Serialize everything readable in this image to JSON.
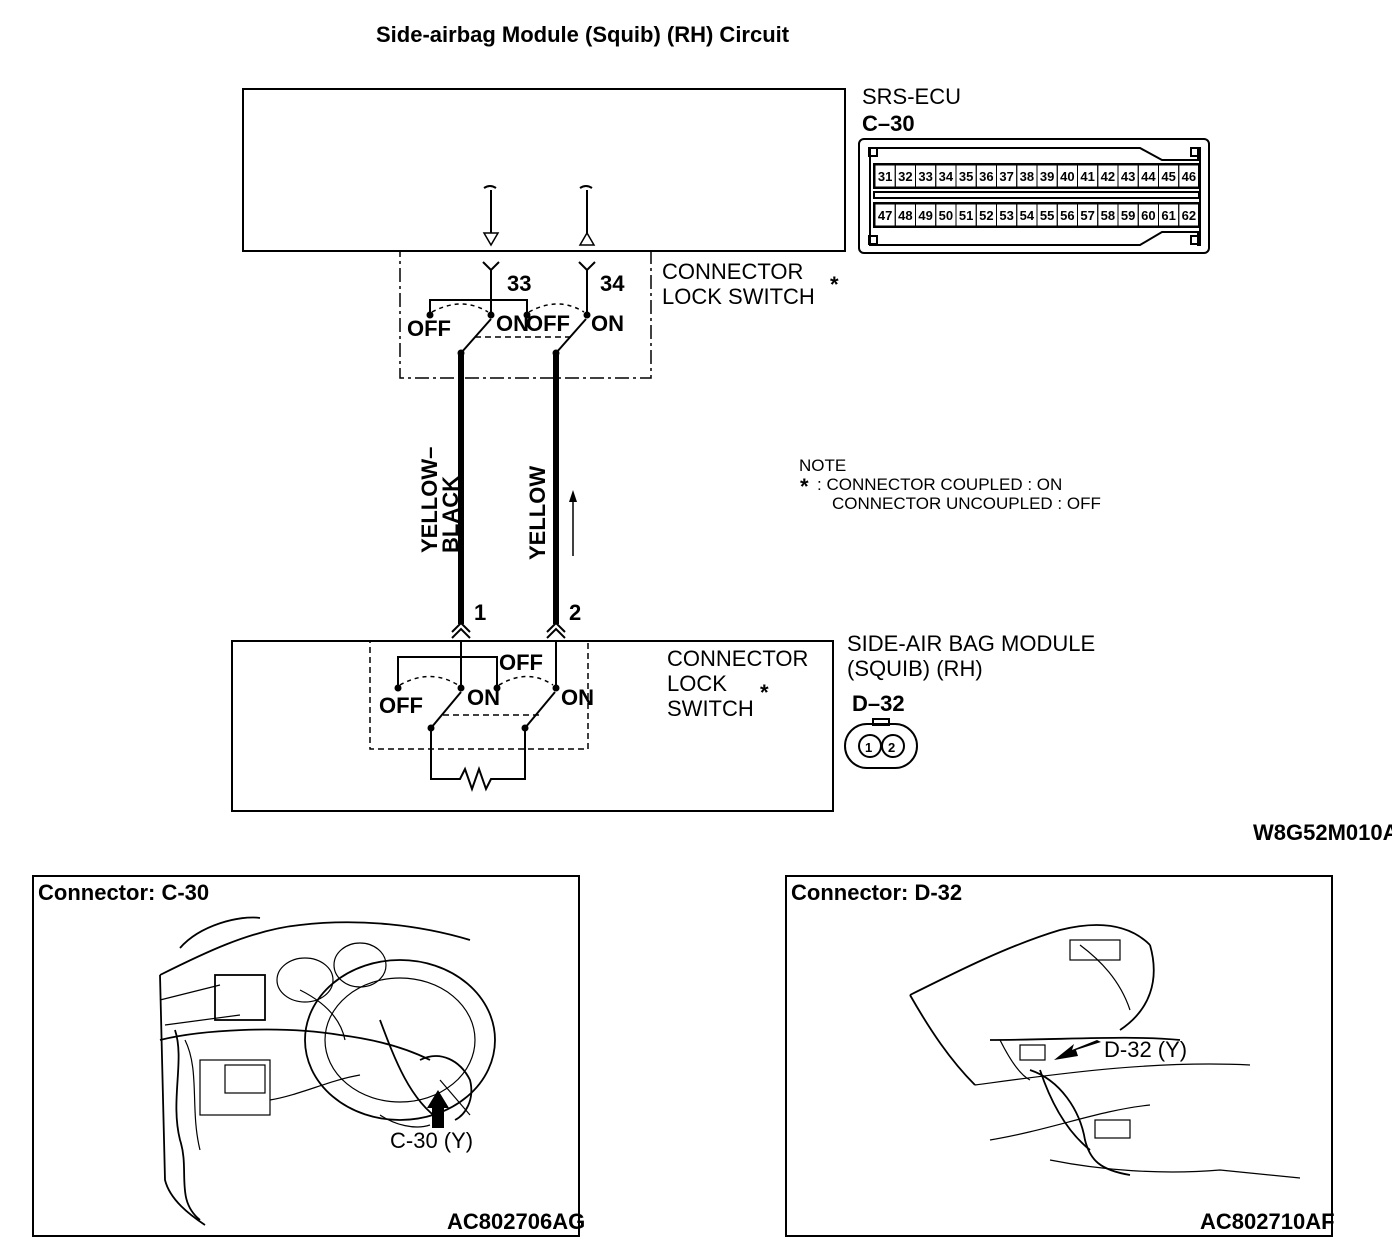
{
  "title": "Side-airbag Module (Squib) (RH) Circuit",
  "ecu": {
    "name": "SRS-ECU",
    "connector_id": "C–30",
    "pins_top": [
      "31",
      "32",
      "33",
      "34",
      "35",
      "36",
      "37",
      "38",
      "39",
      "40",
      "41",
      "42",
      "43",
      "44",
      "45",
      "46"
    ],
    "pins_bottom": [
      "47",
      "48",
      "49",
      "50",
      "51",
      "52",
      "53",
      "54",
      "55",
      "56",
      "57",
      "58",
      "59",
      "60",
      "61",
      "62"
    ]
  },
  "ecu_switch": {
    "label_line1": "CONNECTOR",
    "label_line2": "LOCK SWITCH",
    "asterisk": "*",
    "pin_left": "33",
    "pin_right": "34",
    "off_label": "OFF",
    "on_label": "ON"
  },
  "wires": {
    "left_color_line1": "YELLOW–",
    "left_color_line2": "BLACK",
    "right_color": "YELLOW"
  },
  "note": {
    "heading": "NOTE",
    "asterisk": "*",
    "line1": ": CONNECTOR COUPLED : ON",
    "line2": "CONNECTOR UNCOUPLED : OFF"
  },
  "module": {
    "name_line1": "SIDE-AIR BAG MODULE",
    "name_line2": "(SQUIB) (RH)",
    "connector_id": "D–32",
    "pin_left": "1",
    "pin_right": "2",
    "switch_line1": "CONNECTOR",
    "switch_line2": "LOCK",
    "switch_line3": "SWITCH",
    "asterisk": "*",
    "off_label": "OFF",
    "on_label": "ON",
    "pins": [
      "1",
      "2"
    ]
  },
  "figure_code": "W8G52M010A",
  "panel_left": {
    "title": "Connector: C-30",
    "callout": "C-30 (Y)",
    "code": "AC802706AG"
  },
  "panel_right": {
    "title": "Connector: D-32",
    "callout": "D-32 (Y)",
    "code": "AC802710AF"
  }
}
